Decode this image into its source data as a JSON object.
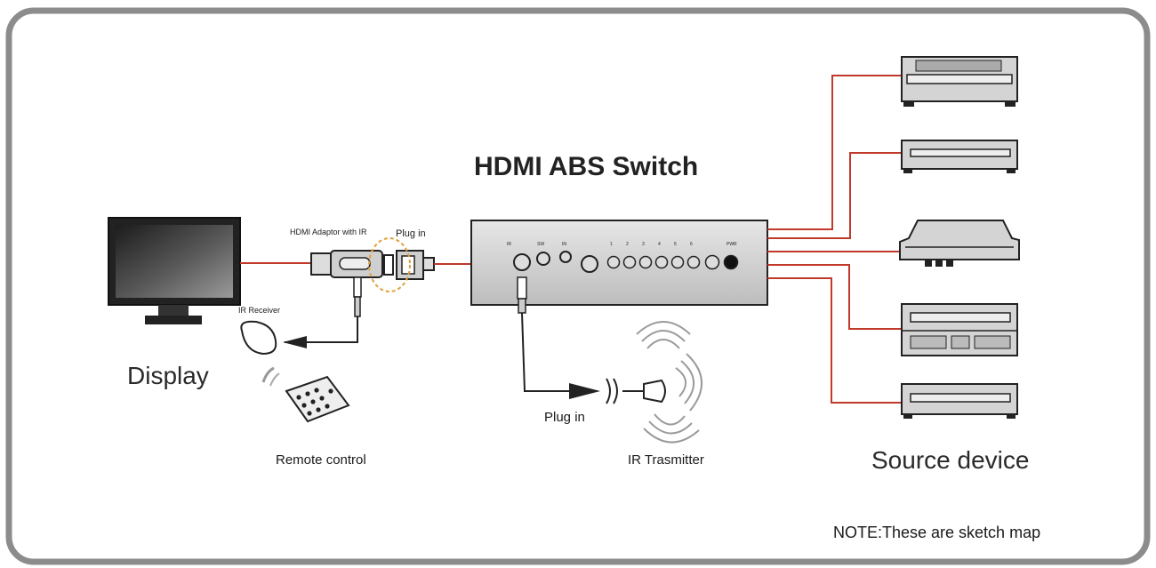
{
  "diagram": {
    "title": "HDMI ABS Switch",
    "display_label": "Display",
    "adapter_label": "HDMI Adaptor with IR",
    "plug_in_top": "Plug in",
    "ir_receiver_label": "IR Receiver",
    "remote_label": "Remote control",
    "plug_in_bottom": "Plug in",
    "ir_transmitter_label": "IR Trasmitter",
    "source_label": "Source device",
    "note": "NOTE:These are sketch map"
  },
  "colors": {
    "cable": "#c0392b",
    "frame": "#8c8c8c",
    "device_fill": "#d6d6d6"
  }
}
